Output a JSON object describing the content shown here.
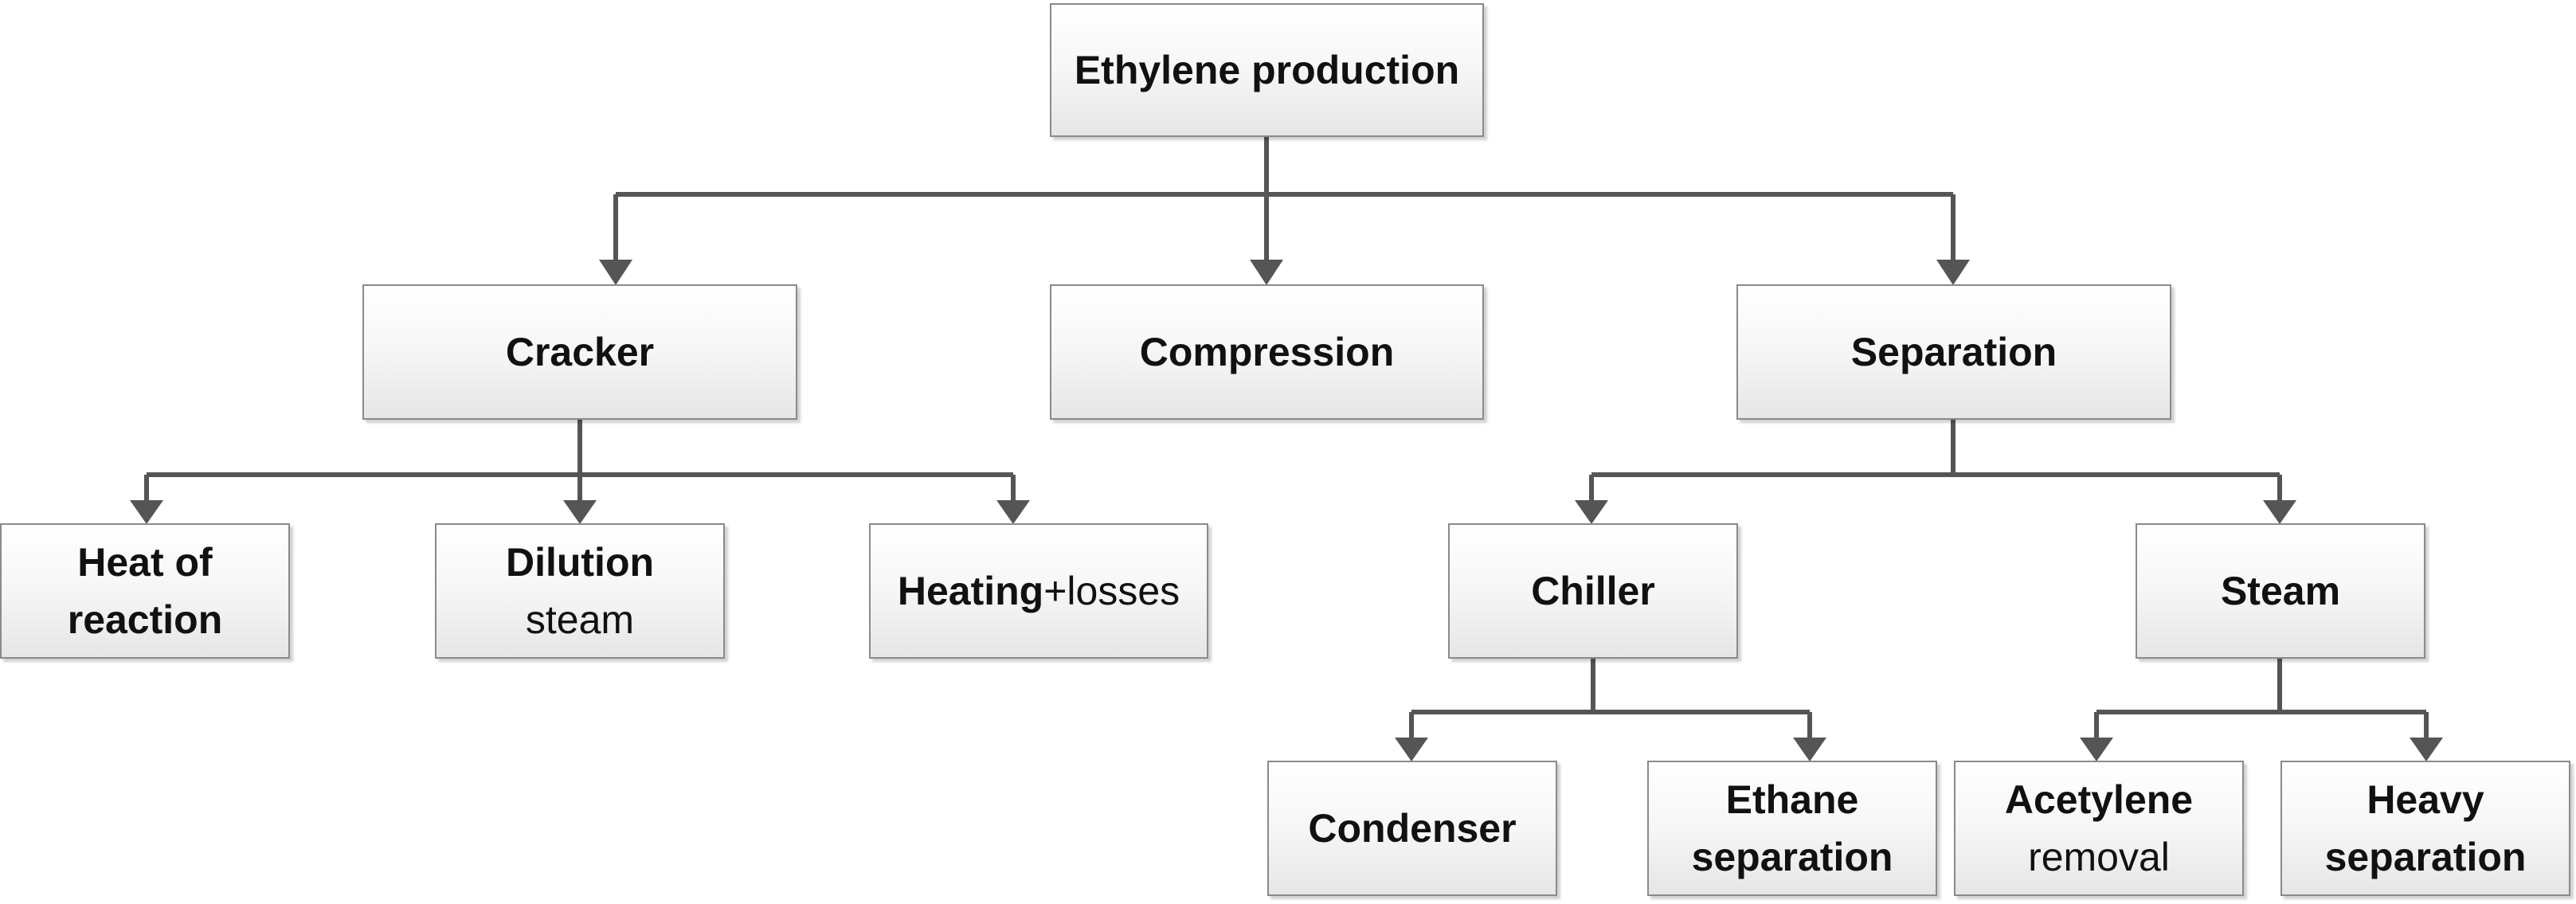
{
  "nodes": {
    "ethylene_production": "Ethylene production",
    "cracker": "Cracker",
    "compression": "Compression",
    "separation": "Separation",
    "heat_of_reaction": [
      "Heat of",
      "reaction"
    ],
    "dilution_steam": [
      "Dilution",
      "steam"
    ],
    "heating_losses": [
      "Heating",
      "+losses"
    ],
    "chiller": "Chiller",
    "steam": "Steam",
    "condenser": "Condenser",
    "ethane_separation": [
      "Ethane",
      "separation"
    ],
    "acetylene_removal": [
      "Acetylene",
      "removal"
    ],
    "heavy_separation": [
      "Heavy",
      "separation"
    ]
  },
  "colors": {
    "connector": "#555555",
    "node_border": "#8a8a8a",
    "node_fill_top": "#ffffff",
    "node_fill_bottom": "#e6e6e6"
  }
}
